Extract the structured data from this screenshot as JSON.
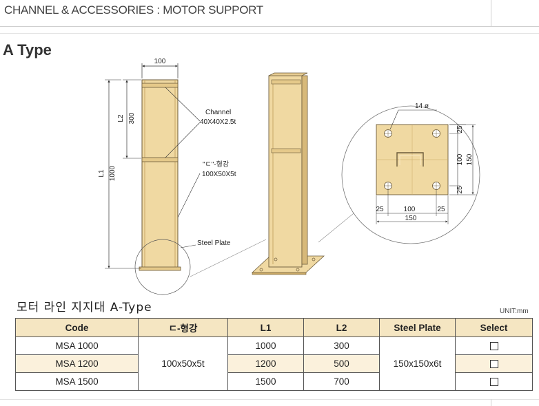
{
  "header": {
    "title": "CHANNEL & ACCESSORIES  : MOTOR SUPPORT"
  },
  "section": {
    "title": "A Type"
  },
  "drawing": {
    "dim_width": "100",
    "dim_l2_label": "L2",
    "dim_l2_value": "300",
    "dim_l1_label": "L1",
    "dim_l1_value": "1000",
    "channel_label": "Channel",
    "channel_size": "40X40X2.5t",
    "beam_label": "\"ㄷ\"-형강",
    "beam_size": "100X50X5t",
    "plate_label": "Steel Plate",
    "hole_label": "14 ø",
    "plate_dims": {
      "top_edge": "25",
      "middle": "100",
      "bottom_edge": "25",
      "overall": "150",
      "left_edge": "25",
      "center": "100",
      "right_edge": "25",
      "width": "150"
    },
    "colors": {
      "steel": "#f0d9a2",
      "steel_dark": "#c9a865",
      "line": "#6b5a3a"
    }
  },
  "table": {
    "title": "모터 라인 지지대 A-Type",
    "unit": "UNIT:mm",
    "headers": [
      "Code",
      "ㄷ-형강",
      "L1",
      "L2",
      "Steel Plate",
      "Select"
    ],
    "beam_value": "100x50x5t",
    "plate_value": "150x150x6t",
    "rows": [
      {
        "code": "MSA 1000",
        "l1": "1000",
        "l2": "300"
      },
      {
        "code": "MSA 1200",
        "l1": "1200",
        "l2": "500"
      },
      {
        "code": "MSA 1500",
        "l1": "1500",
        "l2": "700"
      }
    ]
  }
}
